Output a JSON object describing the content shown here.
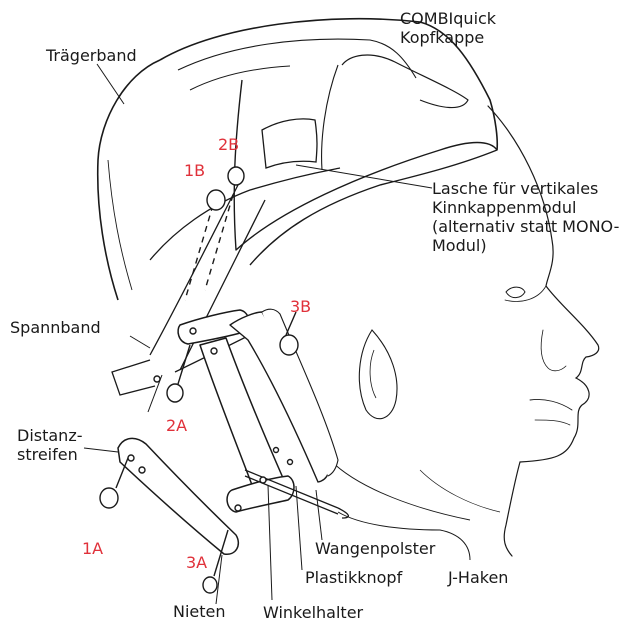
{
  "colors": {
    "ink": "#1a1a1a",
    "code": "#e0313a",
    "paper": "#ffffff"
  },
  "labels": {
    "product": [
      "COMBIquick",
      "Kopfkappe"
    ],
    "traegerband": "Trägerband",
    "lasche": [
      "Lasche für vertikales",
      "Kinnkappenmodul",
      "(alternativ statt MONO-",
      "Modul)"
    ],
    "spannband": "Spannband",
    "distanz": [
      "Distanz-",
      "streifen"
    ],
    "wangenpolster": "Wangenpolster",
    "plastikknopf": "Plastikknopf",
    "jhaken": "J-Haken",
    "nieten": "Nieten",
    "winkelhalter": "Winkelhalter"
  },
  "codes": {
    "c1a": "1A",
    "c1b": "1B",
    "c2a": "2A",
    "c2b": "2B",
    "c3a": "3A",
    "c3b": "3B"
  }
}
